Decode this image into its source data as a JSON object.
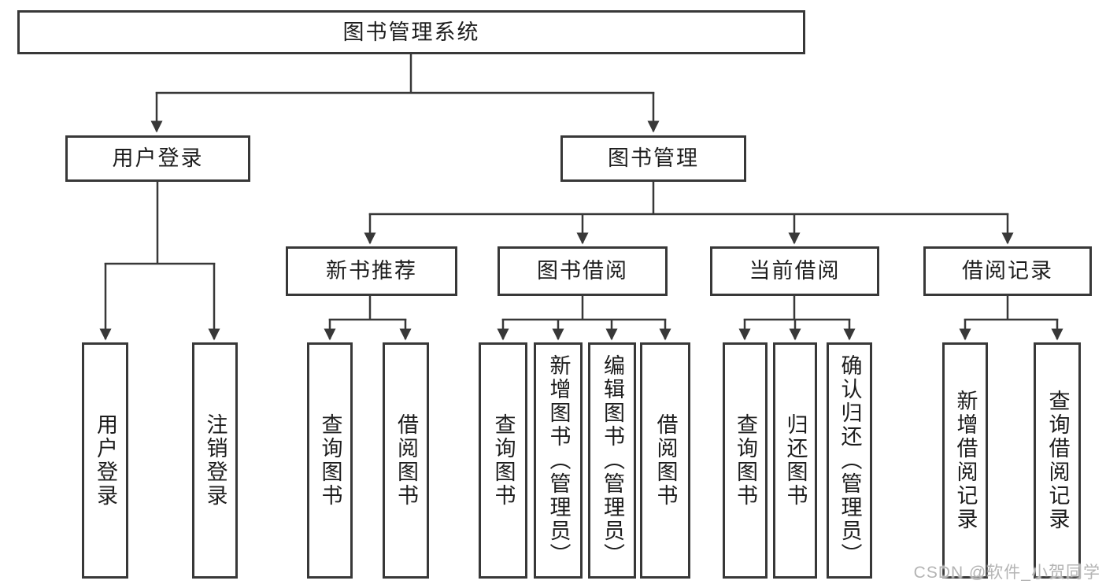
{
  "tree": {
    "root": {
      "label": "图书管理系统"
    },
    "user_login": {
      "label": "用户登录",
      "children": [
        {
          "label": "用户登录"
        },
        {
          "label": "注销登录"
        }
      ]
    },
    "book_management": {
      "label": "图书管理",
      "children": [
        {
          "label": "新书推荐",
          "children": [
            {
              "label": "查询图书"
            },
            {
              "label": "借阅图书"
            }
          ]
        },
        {
          "label": "图书借阅",
          "children": [
            {
              "label": "查询图书"
            },
            {
              "label": "新增图书（管理员）"
            },
            {
              "label": "编辑图书（管理员）"
            },
            {
              "label": "借阅图书"
            }
          ]
        },
        {
          "label": "当前借阅",
          "children": [
            {
              "label": "查询图书"
            },
            {
              "label": "归还图书"
            },
            {
              "label": "确认归还（管理员）"
            }
          ]
        },
        {
          "label": "借阅记录",
          "children": [
            {
              "label": "新增借阅记录"
            },
            {
              "label": "查询借阅记录"
            }
          ]
        }
      ]
    }
  },
  "watermark": {
    "text": "CSDN @软件_小贺同学"
  },
  "colors": {
    "line": "#383838",
    "box_border": "#383838",
    "text": "#1d1d1d",
    "watermark": "#b4b4b4",
    "background": "#ffffff"
  }
}
